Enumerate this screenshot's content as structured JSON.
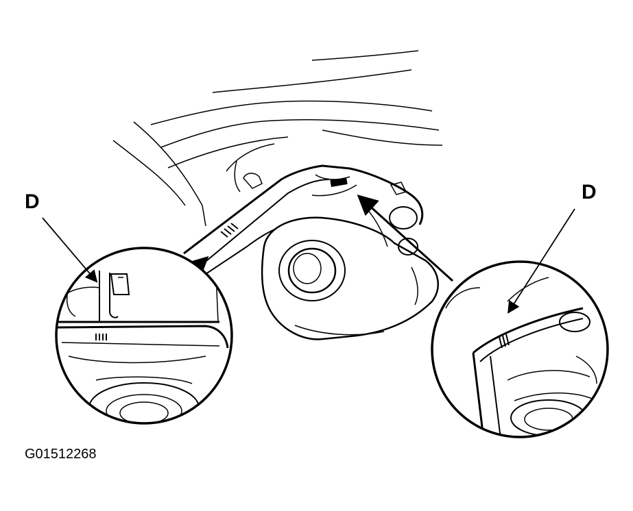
{
  "callouts": {
    "left": "D",
    "right": "D"
  },
  "figure_id": "G01512268",
  "colors": {
    "line": "#000000",
    "background": "#ffffff"
  }
}
